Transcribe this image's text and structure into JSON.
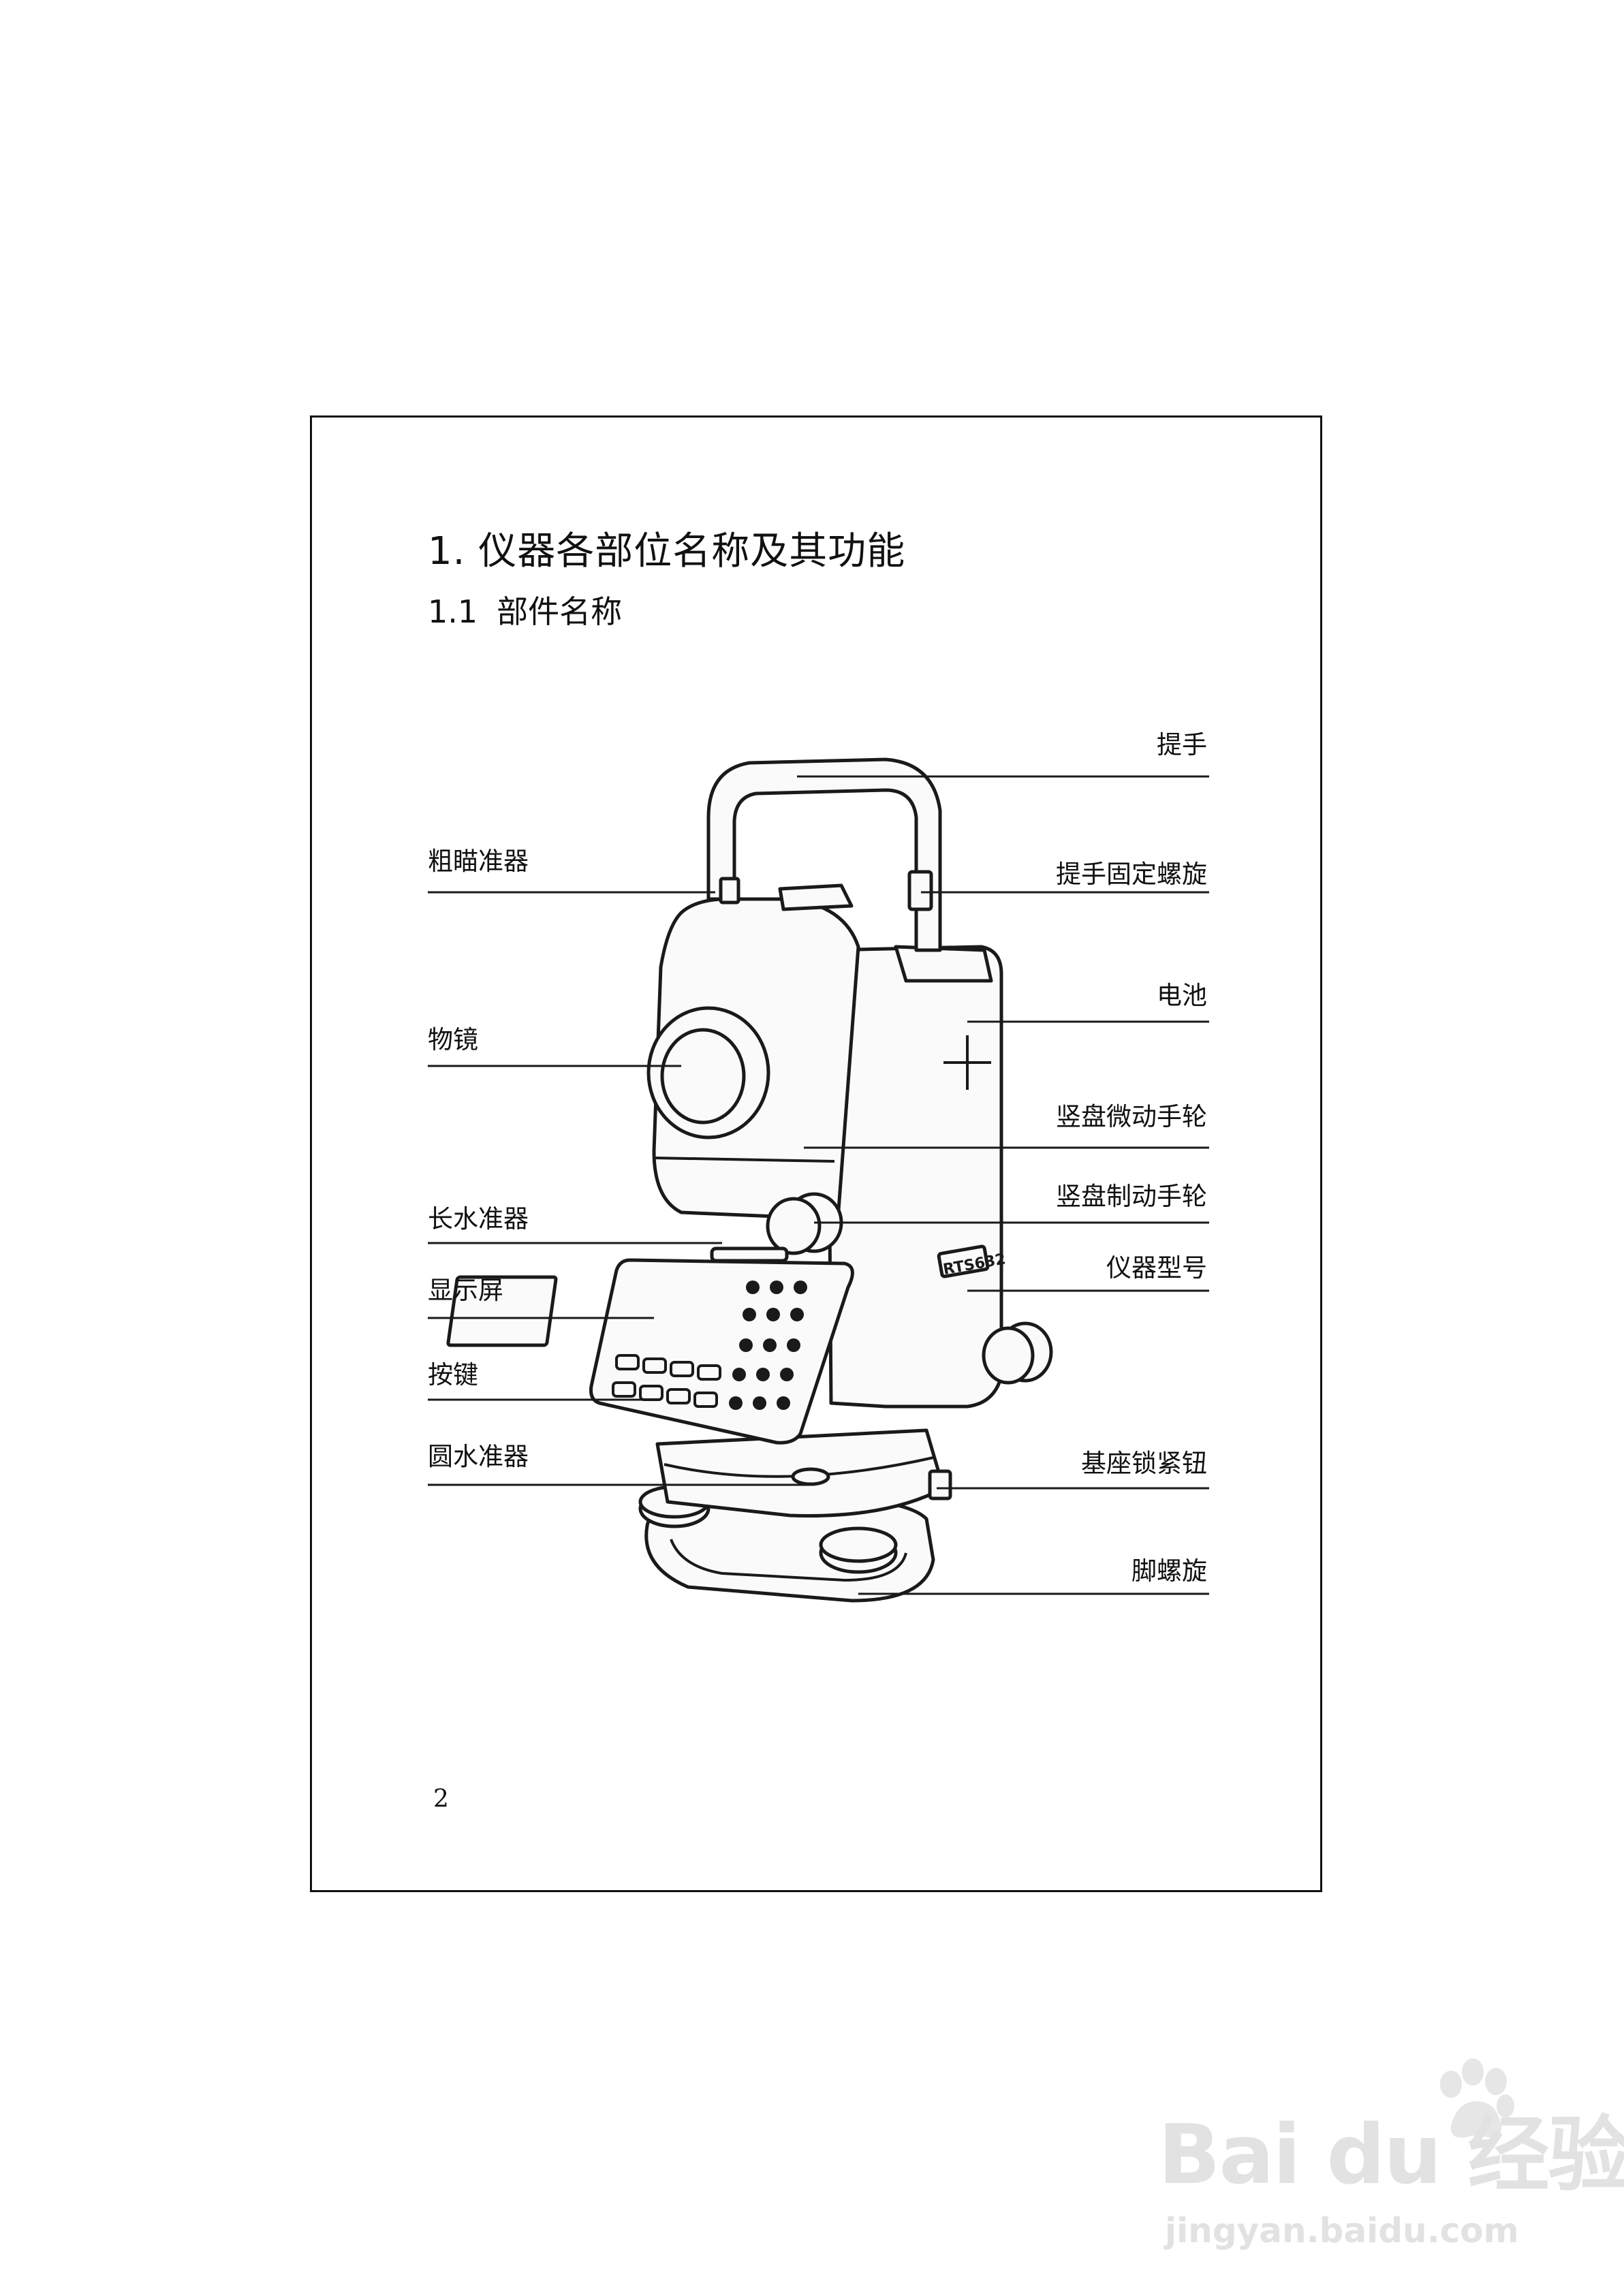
{
  "document": {
    "title": "1. 仪器各部位名称及其功能",
    "section_number": "1.1",
    "section_title": "部件名称",
    "page_number": "2"
  },
  "figure": {
    "model_plate": "RTS632",
    "labels_left": {
      "sight": "粗瞄准器",
      "objective": "物镜",
      "plate_level": "长水准器",
      "display": "显示屏",
      "keys": "按键",
      "circular_level": "圆水准器"
    },
    "labels_right": {
      "handle": "提手",
      "handle_screw": "提手固定螺旋",
      "battery": "电池",
      "v_tangent": "竖盘微动手轮",
      "v_clamp": "竖盘制动手轮",
      "model": "仪器型号",
      "base_lock": "基座锁紧钮",
      "foot_screw": "脚螺旋"
    }
  },
  "watermark": {
    "brand": "Bai du 经验",
    "url": "jingyan.baidu.com"
  }
}
